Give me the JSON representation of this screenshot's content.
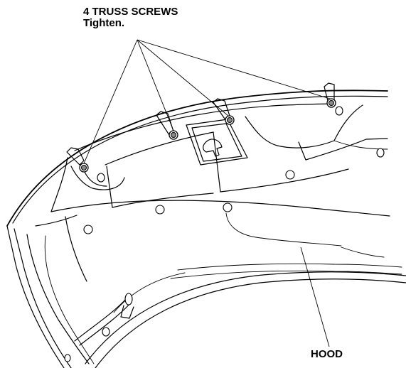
{
  "callouts": {
    "screws_title": "4 TRUSS SCREWS",
    "screws_instruction": "Tighten.",
    "hood_label": "HOOD"
  },
  "icons": {
    "screw": "truss-screw-icon",
    "hole": "mounting-hole-icon"
  },
  "colors": {
    "line": "#000000",
    "screw_fill": "#8a8a8a",
    "background": "#ffffff"
  }
}
